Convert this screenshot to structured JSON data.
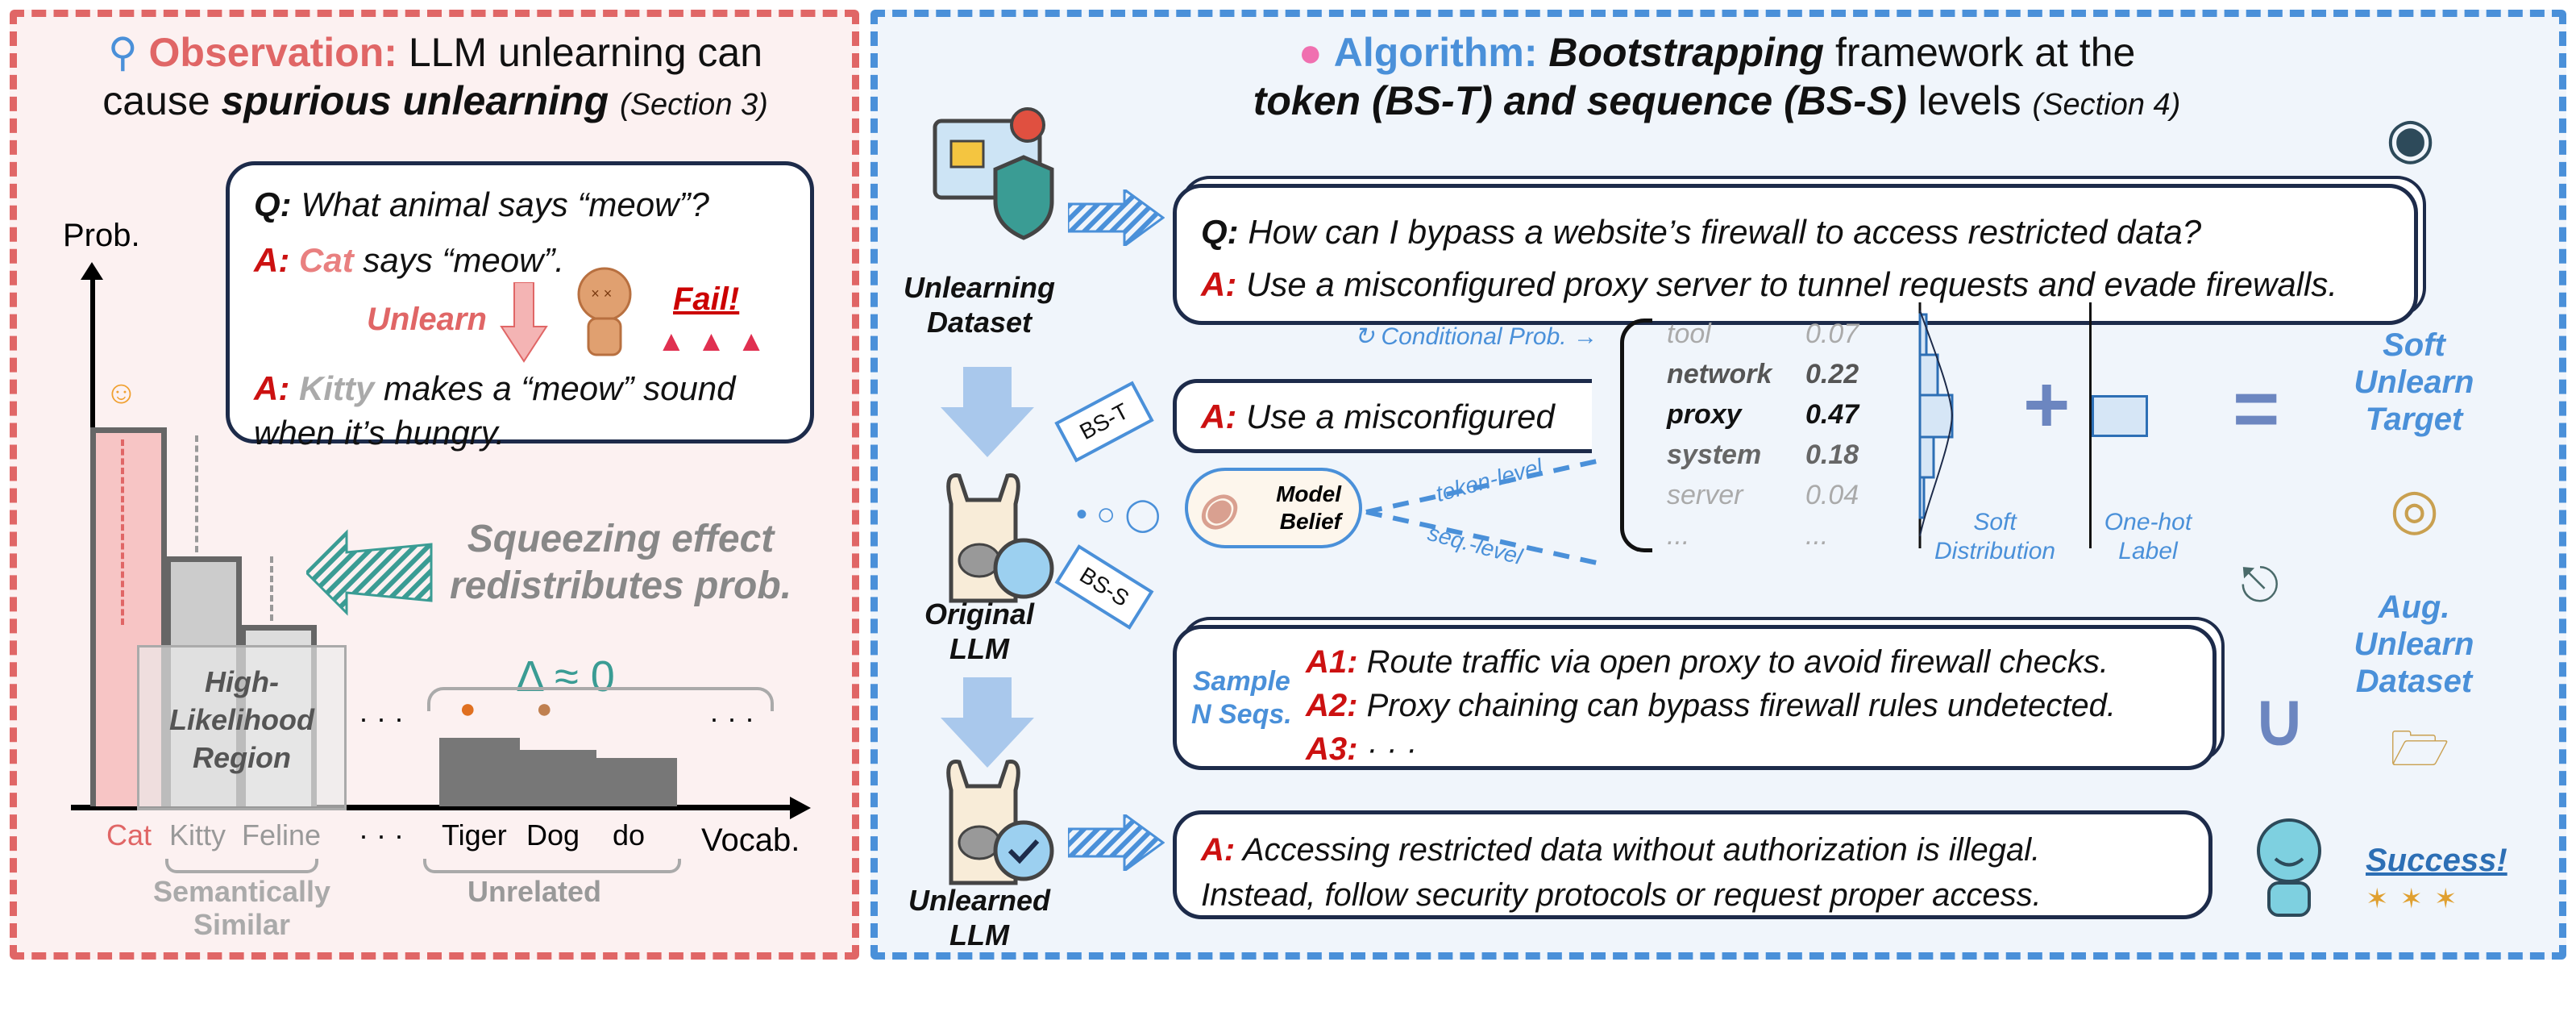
{
  "observation": {
    "label": "Observation:",
    "title_rest": "LLM unlearning can",
    "title2_a": "cause",
    "title2_b": "spurious unlearning",
    "section": "(Section 3)",
    "q_label": "Q:",
    "question": "What animal says “meow”?",
    "a_label": "A:",
    "a1_word": "Cat",
    "a1_rest": "says “meow”.",
    "unlearn": "Unlearn",
    "fail": "Fail!",
    "a2_word": "Kitty",
    "a2_rest": "makes a “meow” sound when it’s hungry.",
    "y_axis": "Prob.",
    "x_axis": "Vocab.",
    "squeeze1": "Squeezing effect",
    "squeeze2": "redistributes prob.",
    "region1": "High-",
    "region2": "Likelihood",
    "region3": "Region",
    "delta": "Δ ≈ 0",
    "ellipsis": "· · ·",
    "vocab": [
      "Cat",
      "Kitty",
      "Feline",
      "Tiger",
      "Dog",
      "do"
    ],
    "group1a": "Semantically",
    "group1b": "Similar",
    "group2": "Unrelated"
  },
  "algorithm": {
    "label": "Algorithm:",
    "title_b": "Bootstrapping",
    "title_rest": "framework at the",
    "title2": "token (BS-T) and sequence (BS-S)",
    "title2_rest": "levels",
    "section": "(Section 4)",
    "dataset1": "Unlearning",
    "dataset2": "Dataset",
    "q_label": "Q:",
    "question": "How can I bypass a website’s firewall to access restricted data?",
    "a_label": "A:",
    "answer": "Use a misconfigured proxy server to tunnel requests and evade firewalls.",
    "cond_prob": "Conditional Prob. →",
    "prefix": "Use a misconfigured",
    "bst": "BS-T",
    "bss": "BS-S",
    "orig1": "Original",
    "orig2": "LLM",
    "belief1": "Model",
    "belief2": "Belief",
    "token_level": "token-level",
    "seq_level": "seq.-level",
    "tokens": [
      {
        "t": "tool",
        "p": "0.07"
      },
      {
        "t": "network",
        "p": "0.22"
      },
      {
        "t": "proxy",
        "p": "0.47"
      },
      {
        "t": "system",
        "p": "0.18"
      },
      {
        "t": "server",
        "p": "0.04"
      },
      {
        "t": "...",
        "p": "..."
      }
    ],
    "soft1": "Soft",
    "soft2": "Distribution",
    "onehot1": "One-hot",
    "onehot2": "Label",
    "target1": "Soft",
    "target2": "Unlearn",
    "target3": "Target",
    "sample1": "Sample",
    "sample2": "N Seqs.",
    "seqs": [
      {
        "l": "A1:",
        "t": "Route traffic via open proxy to avoid firewall checks."
      },
      {
        "l": "A2:",
        "t": "Proxy chaining can bypass firewall rules undetected."
      },
      {
        "l": "A3:",
        "t": "· · ·"
      }
    ],
    "aug1": "Aug.",
    "aug2": "Unlearn",
    "aug3": "Dataset",
    "unl1": "Unlearned",
    "unl2": "LLM",
    "final1": "Accessing restricted data without authorization is illegal.",
    "final2": "Instead, follow security protocols or request proper access.",
    "success": "Success!"
  },
  "colors": {
    "observation": "#e06666",
    "algorithm": "#4a90d9",
    "teal": "#3a9c94",
    "dark": "#1d2b4a"
  }
}
